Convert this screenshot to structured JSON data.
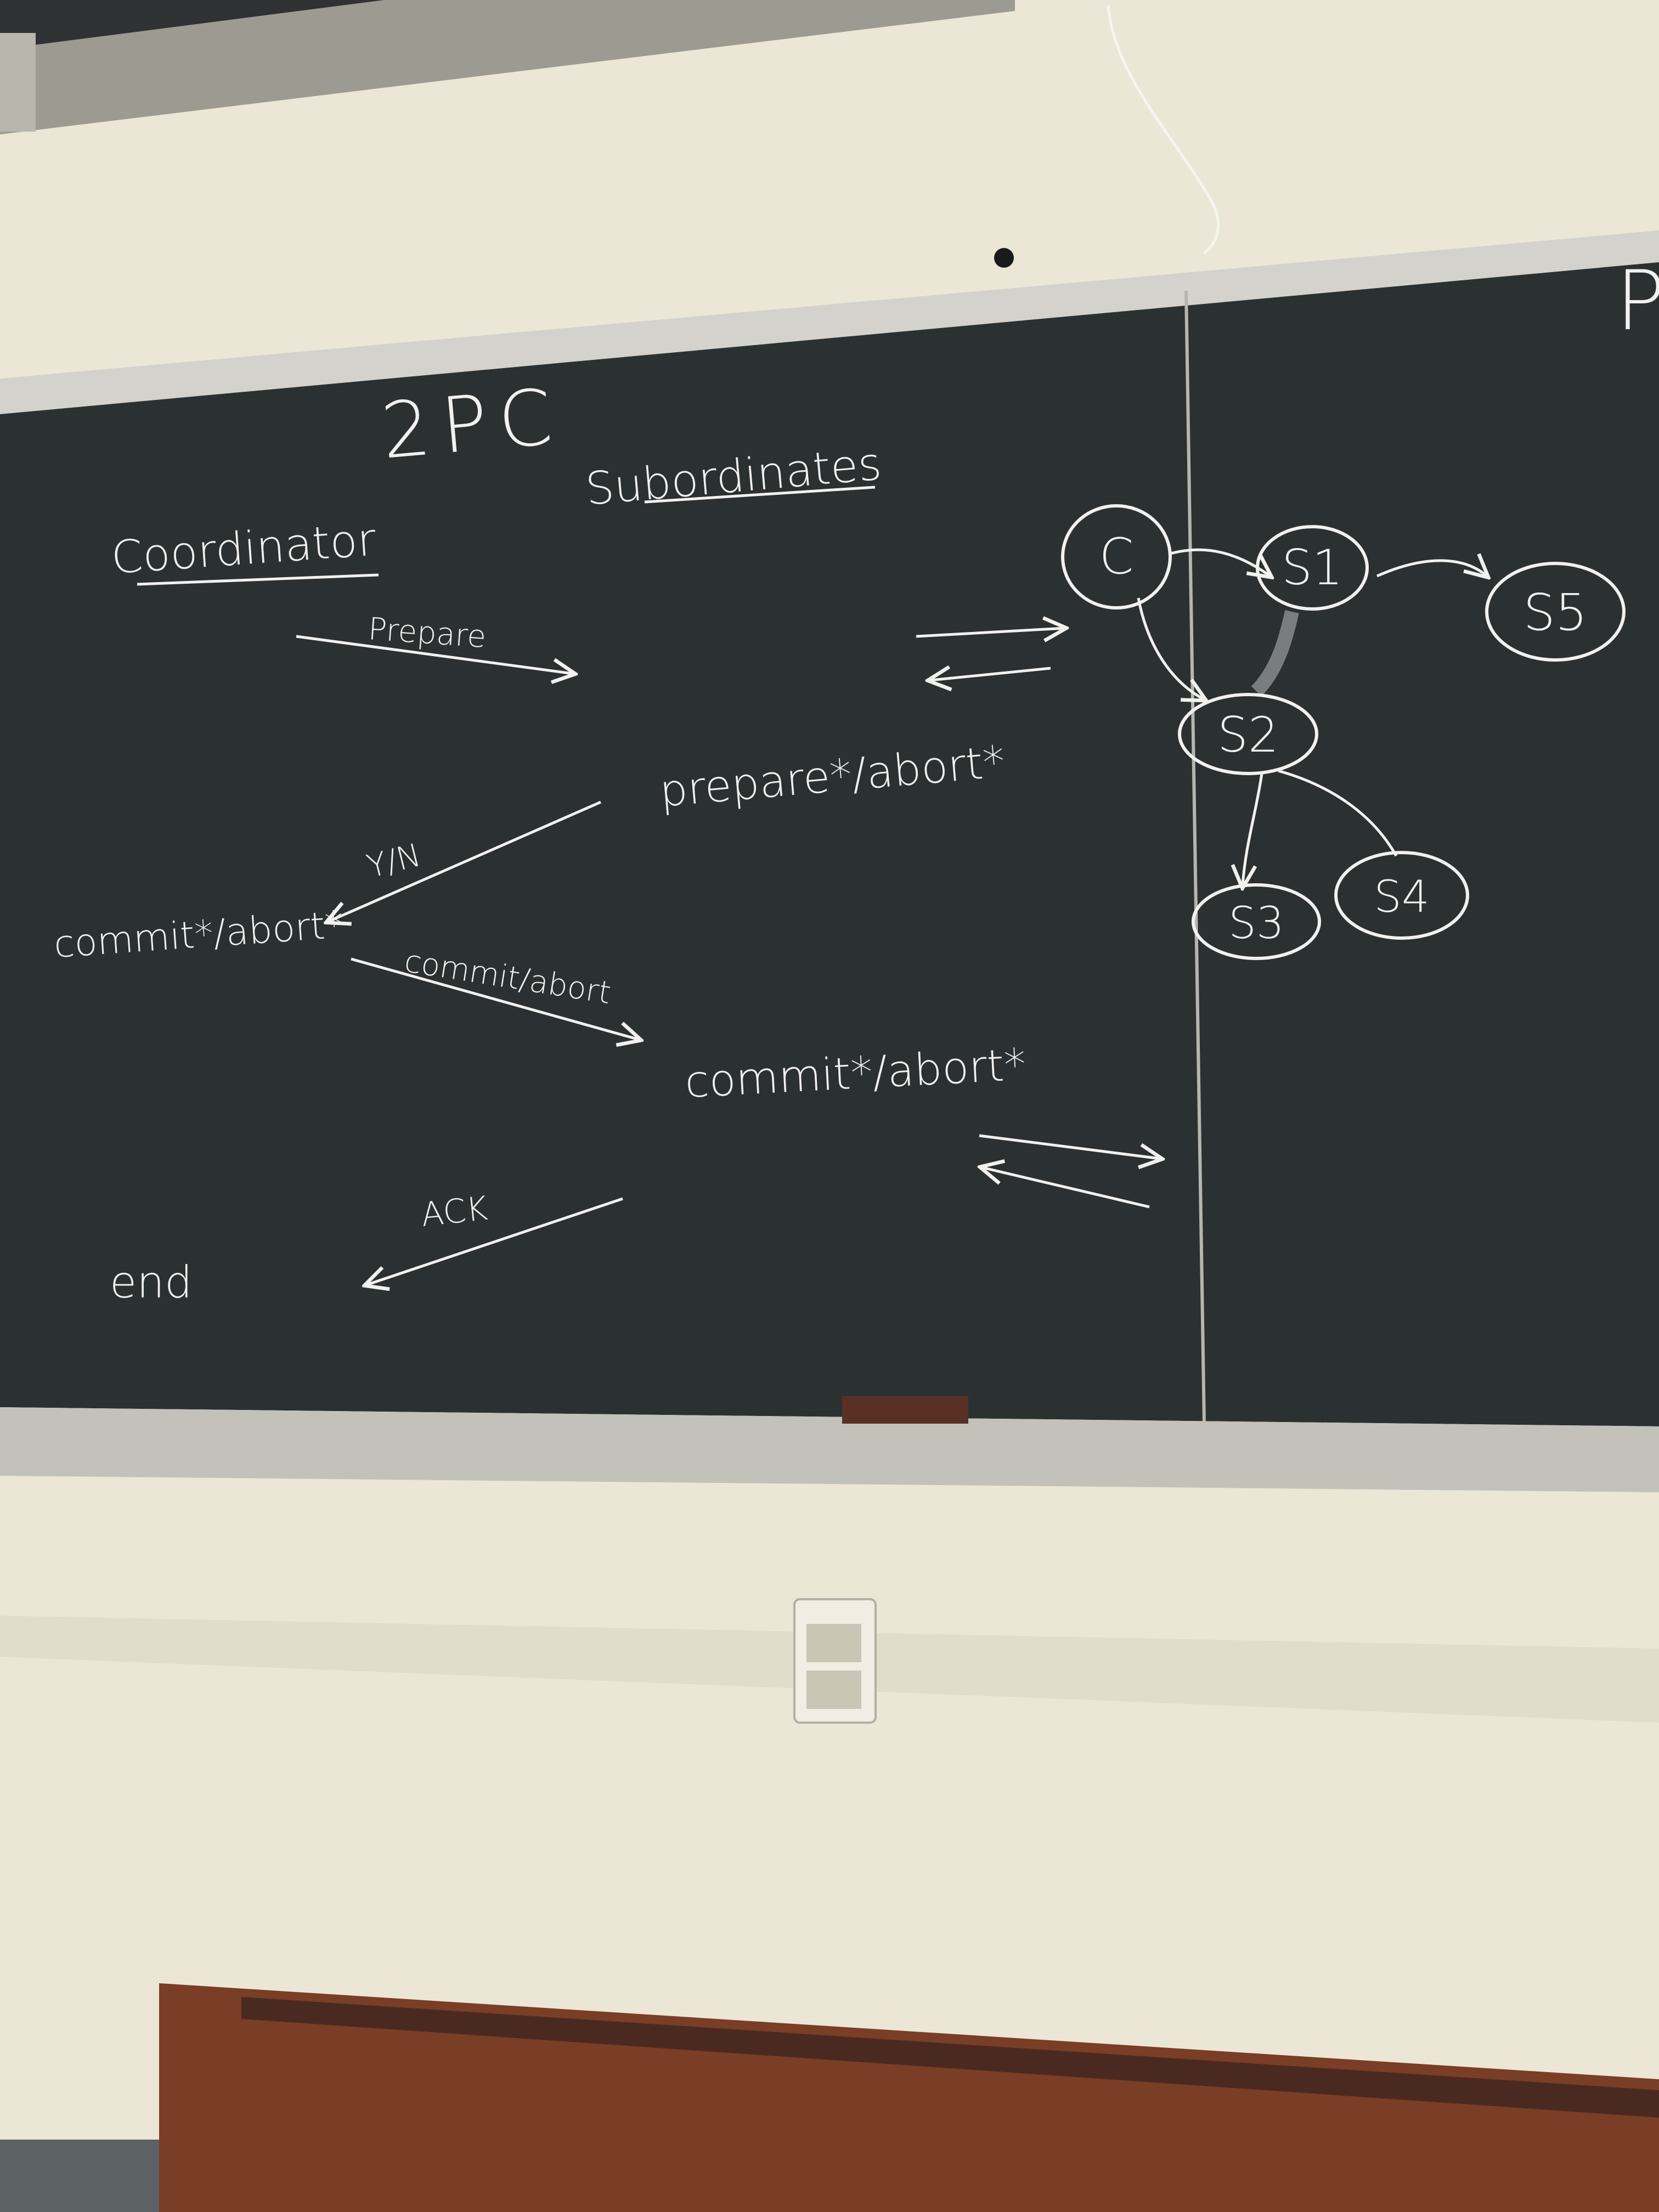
{
  "board": {
    "left_panel": {
      "title": "2PC",
      "coordinator_label": "Coordinator",
      "subordinates_label": "Subordinates",
      "prepare_label": "Prepare",
      "prepare_abort_label": "prepare*/abort*",
      "yn_label": "Y/N",
      "coord_commit_abort_label": "commit*/abort*",
      "commit_abort_msg_label": "commit/abort",
      "sub_commit_abort_label": "commit*/abort*",
      "ack_label": "ACK",
      "end_label": "end"
    },
    "right_panel": {
      "corner_letter": "P",
      "nodes": [
        {
          "id": "c",
          "label": "C"
        },
        {
          "id": "s1",
          "label": "S1"
        },
        {
          "id": "s5",
          "label": "S5"
        },
        {
          "id": "s2",
          "label": "S2"
        },
        {
          "id": "s3",
          "label": "S3"
        },
        {
          "id": "s4",
          "label": "S4"
        }
      ]
    }
  },
  "colors": {
    "wall": "#ece6d6",
    "chalkboard": "#2b3131",
    "chalk": "#f1f1ee",
    "trim": "#c9c7bf",
    "radiator": "#7a3d26"
  }
}
